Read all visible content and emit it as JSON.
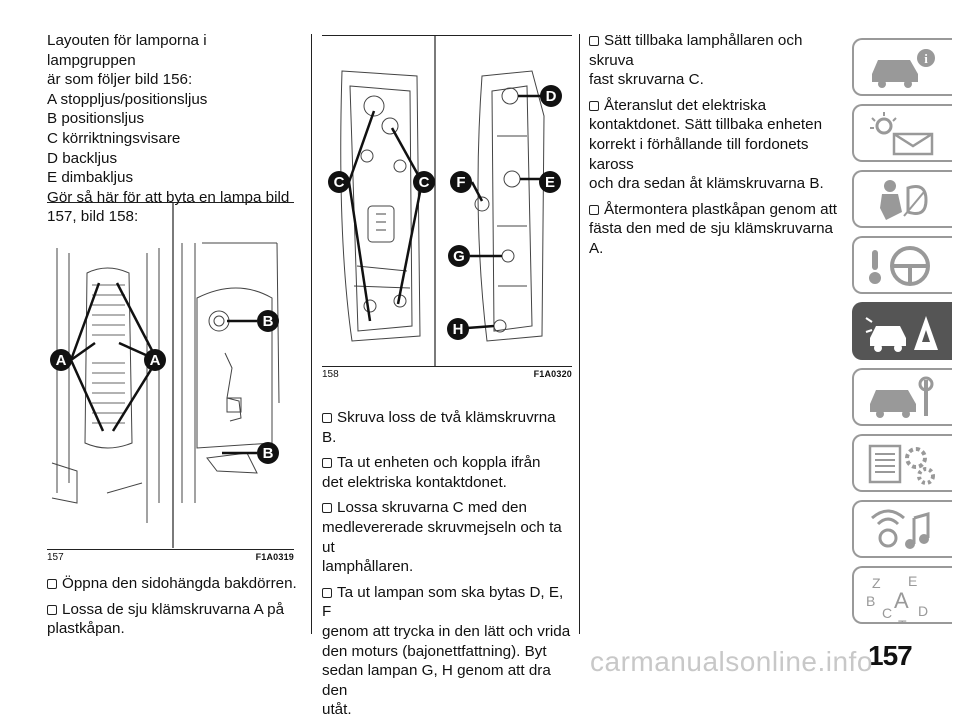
{
  "col1": {
    "lines": [
      "Layouten för lamporna i lampgruppen",
      "är som följer bild 156:",
      "A stoppljus/positionsljus",
      "B positionsljus",
      "C körriktningsvisare",
      "D backljus",
      "E dimbakljus",
      "Gör så här för att byta en lampa bild",
      "157, bild 158:"
    ],
    "bullet1": "Öppna den sidohängda bakdörren.",
    "bullet2_a": "Lossa de sju klämskruvarna A på",
    "bullet2_b": "plastkåpan."
  },
  "fig157": {
    "number": "157",
    "code": "F1A0319",
    "labels": [
      "A",
      "A",
      "B",
      "B"
    ]
  },
  "fig158": {
    "number": "158",
    "code": "F1A0320",
    "labels": [
      "C",
      "C",
      "D",
      "E",
      "F",
      "G",
      "H"
    ]
  },
  "col2": {
    "b1": "Skruva loss de två klämskruvrna B.",
    "b2_a": "Ta ut enheten och koppla ifrån",
    "b2_b": "det elektriska kontaktdonet.",
    "b3_a": "Lossa skruvarna C med den",
    "b3_b": "medlevererade skruvmejseln och ta ut",
    "b3_c": "lamphållaren.",
    "b4_a": "Ta ut lampan som ska bytas D, E, F",
    "b4_b": "genom att trycka in den lätt och vrida",
    "b4_c": "den moturs (bajonettfattning). Byt",
    "b4_d": "sedan lampan G, H genom att dra den",
    "b4_e": "utåt."
  },
  "col3": {
    "b1_a": "Sätt tillbaka lamphållaren och skruva",
    "b1_b": "fast skruvarna C.",
    "b2_a": "Återanslut det elektriska",
    "b2_b": "kontaktdonet. Sätt tillbaka enheten",
    "b2_c": "korrekt i förhållande till fordonets kaross",
    "b2_d": "och dra sedan åt klämskruvarna B.",
    "b3_a": "Återmontera plastkåpan genom att",
    "b3_b": "fästa den med de sju klämskruvarna A."
  },
  "tabs": [
    {
      "icon": "car-info-icon",
      "active": false
    },
    {
      "icon": "dashboard-lights-icon",
      "active": false
    },
    {
      "icon": "safety-airbag-icon",
      "active": false
    },
    {
      "icon": "steering-wheel-icon",
      "active": false
    },
    {
      "icon": "emergency-icon",
      "active": true
    },
    {
      "icon": "maintenance-icon",
      "active": false
    },
    {
      "icon": "technical-data-icon",
      "active": false
    },
    {
      "icon": "multimedia-icon",
      "active": false
    },
    {
      "icon": "index-icon",
      "active": false
    }
  ],
  "index_letters": [
    "Z",
    "E",
    "B",
    "A",
    "C",
    "D",
    "T"
  ],
  "page_number": "157",
  "watermark": "carmanualsonline.info"
}
